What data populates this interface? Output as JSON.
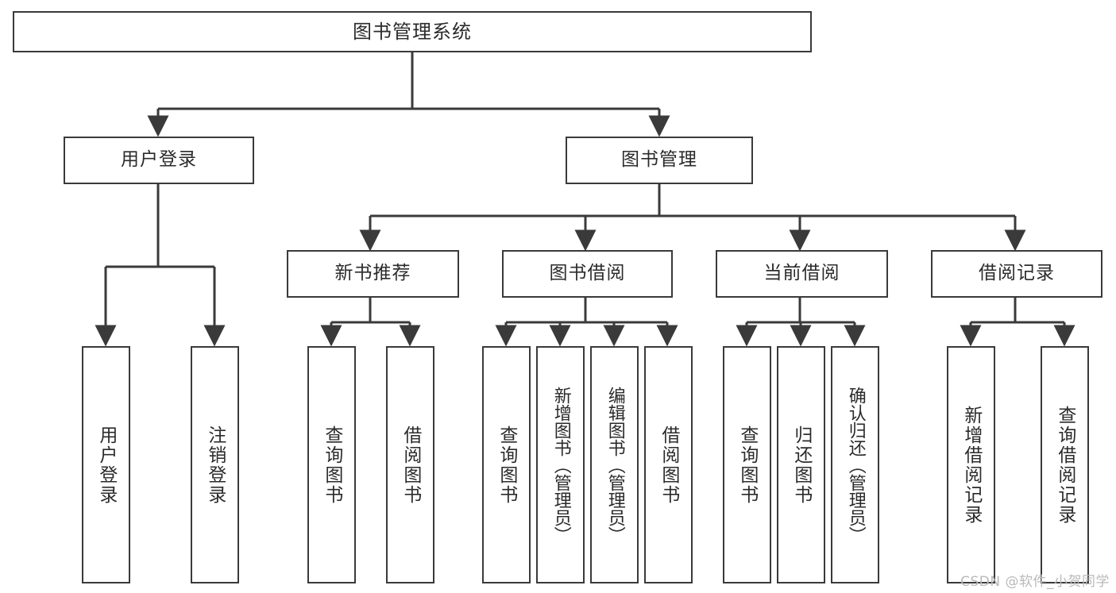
{
  "diagram": {
    "title": "图书管理系统",
    "type": "tree-hierarchy",
    "watermark": "CSDN @软件_小贺同学",
    "colors": {
      "stroke": "#3a3a3a",
      "fill": "#ffffff",
      "text": "#2b2b2b",
      "watermark": "#b9b9b9"
    },
    "root": {
      "label": "图书管理系统"
    },
    "level2": [
      {
        "id": "user-login",
        "label": "用户登录"
      },
      {
        "id": "book-manage",
        "label": "图书管理"
      }
    ],
    "level3": [
      {
        "id": "new-book-rec",
        "label": "新书推荐",
        "parent": "book-manage"
      },
      {
        "id": "book-borrow",
        "label": "图书借阅",
        "parent": "book-manage"
      },
      {
        "id": "current-borrow",
        "label": "当前借阅",
        "parent": "book-manage"
      },
      {
        "id": "borrow-record",
        "label": "借阅记录",
        "parent": "book-manage"
      }
    ],
    "leaves": [
      {
        "id": "leaf-user-login",
        "label": "用户登录",
        "parent": "user-login"
      },
      {
        "id": "leaf-logout",
        "label": "注销登录",
        "parent": "user-login"
      },
      {
        "id": "leaf-query-book-rec",
        "label": "查询图书",
        "parent": "new-book-rec"
      },
      {
        "id": "leaf-borrow-book-rec",
        "label": "借阅图书",
        "parent": "new-book-rec"
      },
      {
        "id": "leaf-query-book-borrow",
        "label": "查询图书",
        "parent": "book-borrow"
      },
      {
        "id": "leaf-add-book",
        "label": "新增图书（管理员）",
        "parent": "book-borrow"
      },
      {
        "id": "leaf-edit-book",
        "label": "编辑图书（管理员）",
        "parent": "book-borrow"
      },
      {
        "id": "leaf-borrow-book",
        "label": "借阅图书",
        "parent": "book-borrow"
      },
      {
        "id": "leaf-query-book-current",
        "label": "查询图书",
        "parent": "current-borrow"
      },
      {
        "id": "leaf-return-book",
        "label": "归还图书",
        "parent": "current-borrow"
      },
      {
        "id": "leaf-confirm-return",
        "label": "确认归还（管理员）",
        "parent": "current-borrow"
      },
      {
        "id": "leaf-add-record",
        "label": "新增借阅记录",
        "parent": "borrow-record"
      },
      {
        "id": "leaf-query-record",
        "label": "查询借阅记录",
        "parent": "borrow-record"
      }
    ]
  }
}
